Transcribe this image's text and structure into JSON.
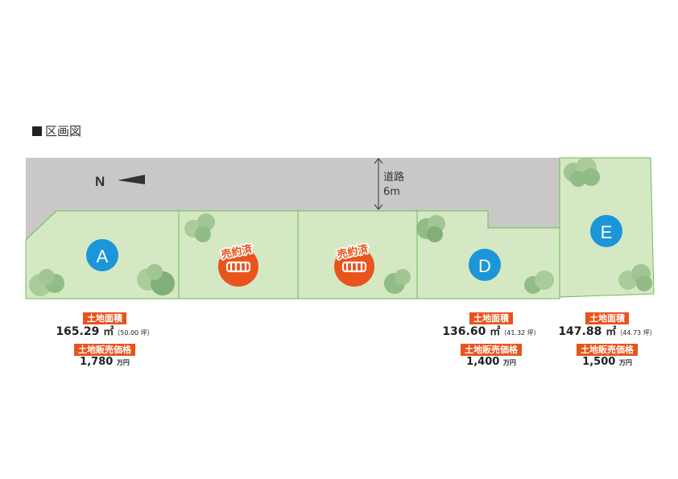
{
  "section_title": "区画図",
  "road": {
    "label": "道路",
    "width": "6m"
  },
  "north": "N",
  "sold_label": "売約済",
  "lots": [
    {
      "id": "A",
      "area_label": "土地面積",
      "area": "165.29",
      "area_unit": "㎡",
      "tsubo": "（50.00 坪）",
      "price_label": "土地販売価格",
      "price": "1,780",
      "price_unit": "万円"
    },
    {
      "id": "D",
      "area_label": "土地面積",
      "area": "136.60",
      "area_unit": "㎡",
      "tsubo": "（41.32 坪）",
      "price_label": "土地販売価格",
      "price": "1,400",
      "price_unit": "万円"
    },
    {
      "id": "E",
      "area_label": "土地面積",
      "area": "147.88",
      "area_unit": "㎡",
      "tsubo": "（44.73 坪）",
      "price_label": "土地販売価格",
      "price": "1,500",
      "price_unit": "万円"
    }
  ],
  "colors": {
    "road": "#c9c8c7",
    "lot": "#d5e8c4",
    "lot_border": "#6dbb55",
    "lot_badge": "#1b96d8",
    "sold": "#e8541c",
    "tree": "#8ab87f"
  }
}
